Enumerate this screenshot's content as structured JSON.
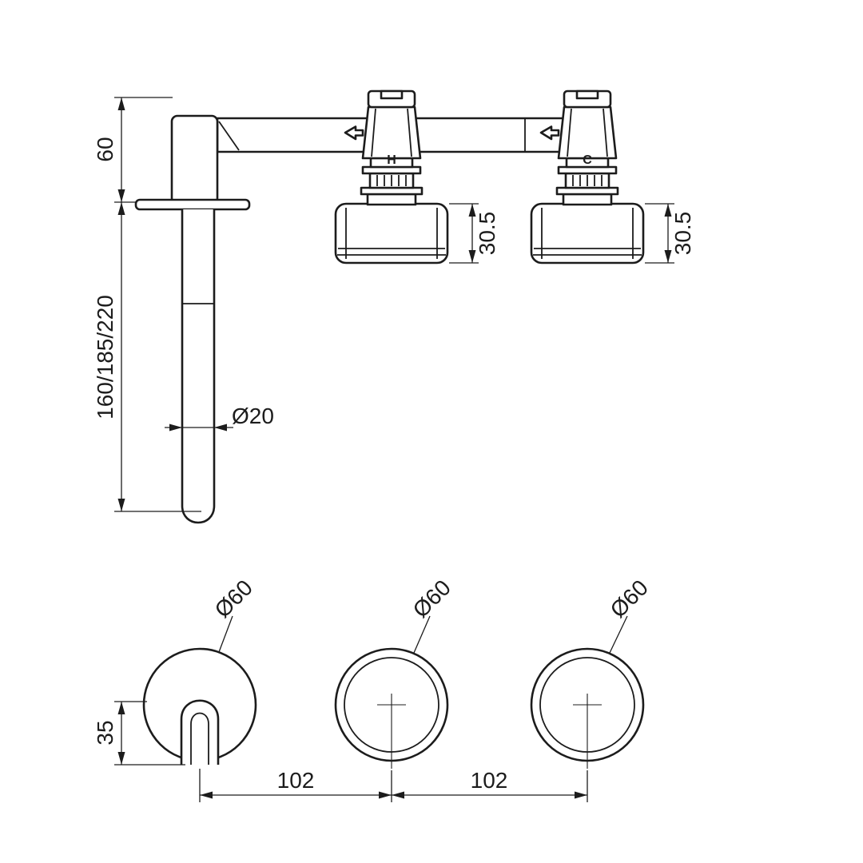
{
  "drawing": {
    "side_view": {
      "dim_height_above_wall": "60",
      "dim_spout_projection": "160/185/220",
      "dim_spout_diameter": "Ø20",
      "hot_valve_label": "H",
      "cold_valve_label": "C",
      "dim_hot_escutcheon_depth": "30.5",
      "dim_cold_escutcheon_depth": "30.5"
    },
    "front_view": {
      "dim_left_escutcheon_diameter": "Ø60",
      "dim_middle_escutcheon_diameter": "Ø60",
      "dim_right_escutcheon_diameter": "Ø60",
      "dim_spout_outlet_offset": "35",
      "dim_left_hole_spacing": "102",
      "dim_right_hole_spacing": "102"
    },
    "colors": {
      "line": "#1c1c1c",
      "background": "#ffffff"
    }
  }
}
